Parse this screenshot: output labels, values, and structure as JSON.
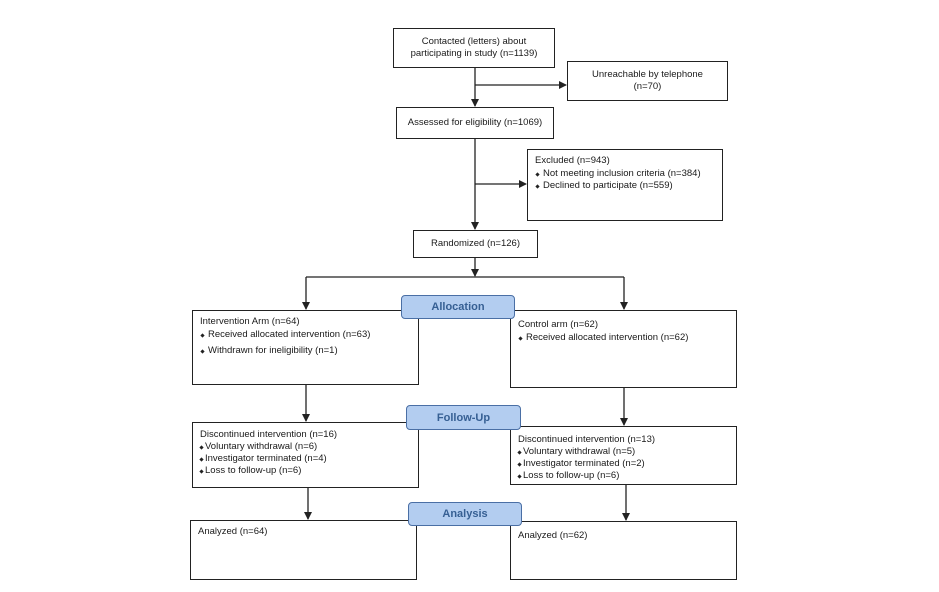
{
  "flow": {
    "contacted": {
      "text": "Contacted (letters) about\nparticipating in study (n=1139)"
    },
    "unreachable": {
      "text": "Unreachable by telephone\n(n=70)"
    },
    "assessed": {
      "text": "Assessed for eligibility (n=1069)"
    },
    "excluded": {
      "title": "Excluded (n=943)",
      "items": [
        "Not meeting inclusion criteria (n=384)",
        "Declined to participate (n=559)"
      ]
    },
    "randomized": {
      "text": "Randomized (n=126)"
    },
    "intervention": {
      "title": "Intervention Arm (n=64)",
      "items": [
        "Received allocated intervention (n=63)",
        "Withdrawn for ineligibility (n=1)"
      ]
    },
    "control": {
      "title": "Control arm (n=62)",
      "items": [
        "Received allocated intervention (n=62)"
      ]
    },
    "intervention_followup": {
      "title": "Discontinued intervention (n=16)",
      "items": [
        "Voluntary withdrawal (n=6)",
        "Investigator terminated (n=4)",
        "Loss to follow-up (n=6)"
      ]
    },
    "control_followup": {
      "title": "Discontinued intervention (n=13)",
      "items": [
        "Voluntary withdrawal (n=5)",
        "Investigator terminated (n=2)",
        "Loss to follow-up (n=6)"
      ]
    },
    "intervention_analysis": {
      "text": "Analyzed (n=64)"
    },
    "control_analysis": {
      "text": "Analyzed (n=62)"
    }
  },
  "stages": {
    "allocation": "Allocation",
    "followup": "Follow-Up",
    "analysis": "Analysis"
  },
  "colors": {
    "stage_fill": "#b3cdf0",
    "stage_border": "#4a6fa5",
    "stage_text": "#365f93"
  }
}
